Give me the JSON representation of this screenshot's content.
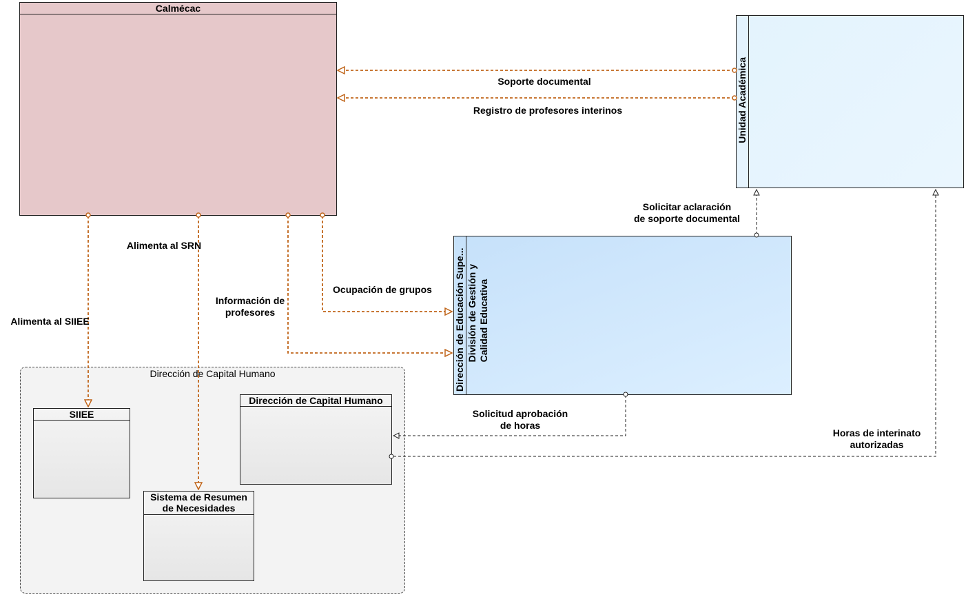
{
  "nodes": {
    "calmecac": "Calmécac",
    "unidad_academica": "Unidad Académica",
    "direccion_educacion": "Dirección de Educación Supe...",
    "division_gestion": "División de Gestión y\nCalidad Educativa",
    "capital_humano_group": "Dirección de Capital Humano",
    "siiee": "SIIEE",
    "dch": "Dirección de Capital Humano",
    "srn": "Sistema de Resumen\nde Necesidades"
  },
  "flows": {
    "soporte_documental": "Soporte documental",
    "registro_profesores": "Registro de profesores interinos",
    "solicitar_aclaracion": "Solicitar aclaración\nde soporte documental",
    "alimenta_srn": "Alimenta al SRN",
    "alimenta_siiee": "Alimenta al SIIEE",
    "informacion_profesores": "Información de\nprofesores",
    "ocupacion_grupos": "Ocupación de grupos",
    "solicitud_aprobacion": "Solicitud aprobación\nde horas",
    "horas_interinato": "Horas de interinato\nautorizadas"
  },
  "colors": {
    "calmecac_fill": "#e6c8ca",
    "unidad_fill": "#e3f3fd",
    "division_fill": "#cde6fb",
    "group_fill": "#f3f3f3",
    "inner_box_fill": "#ebebeb",
    "orange_flow": "#c0651a",
    "black_flow": "#222222"
  }
}
